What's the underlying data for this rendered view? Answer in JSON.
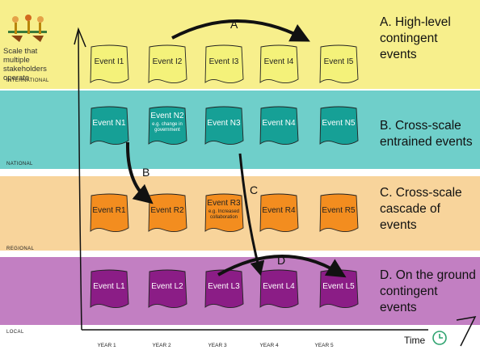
{
  "scale_note": "Scale that multiple stakeholders operate",
  "bands": [
    {
      "id": "international",
      "label": "INTERNATIONAL",
      "title": [
        "A. High-level",
        "contingent",
        "events"
      ],
      "color": "#f7ef8c",
      "events": [
        {
          "label": "Event I1",
          "sub": []
        },
        {
          "label": "Event I2",
          "sub": []
        },
        {
          "label": "Event I3",
          "sub": []
        },
        {
          "label": "Event I4",
          "sub": []
        },
        {
          "label": "Event I5",
          "sub": []
        }
      ],
      "event_color": "#f4f27a"
    },
    {
      "id": "national",
      "label": "NATIONAL",
      "title": [
        "B. Cross-scale",
        "entrained events"
      ],
      "color": "#6fcfca",
      "events": [
        {
          "label": "Event N1",
          "sub": []
        },
        {
          "label": "Event N2",
          "sub": [
            "e.g. change in",
            "government"
          ]
        },
        {
          "label": "Event N3",
          "sub": []
        },
        {
          "label": "Event N4",
          "sub": []
        },
        {
          "label": "Event N5",
          "sub": []
        }
      ],
      "event_color": "#16a096"
    },
    {
      "id": "regional",
      "label": "REGIONAL",
      "title": [
        "C. Cross-scale",
        "cascade of",
        "events"
      ],
      "color": "#f8d49b",
      "events": [
        {
          "label": "Event R1",
          "sub": []
        },
        {
          "label": "Event R2",
          "sub": []
        },
        {
          "label": "Event R3",
          "sub": [
            "e.g. Increased",
            "collaboration"
          ]
        },
        {
          "label": "Event R4",
          "sub": []
        },
        {
          "label": "Event R5",
          "sub": []
        }
      ],
      "event_color": "#f38d1f"
    },
    {
      "id": "local",
      "label": "LOCAL",
      "title": [
        "D. On the ground",
        "contingent",
        "events"
      ],
      "color": "#c27fc2",
      "events": [
        {
          "label": "Event L1",
          "sub": []
        },
        {
          "label": "Event L2",
          "sub": []
        },
        {
          "label": "Event L3",
          "sub": []
        },
        {
          "label": "Event L4",
          "sub": []
        },
        {
          "label": "Event L5",
          "sub": []
        }
      ],
      "event_color": "#8b1d86"
    }
  ],
  "years": [
    "YEAR 1",
    "YEAR 2",
    "YEAR 3",
    "YEAR 4",
    "YEAR 5"
  ],
  "arrow_labels": {
    "a": "A",
    "b": "B",
    "c": "C",
    "d": "D"
  },
  "time_label": "Time",
  "icons": {
    "stakeholder": "stakeholder-icon",
    "clock": "clock-icon"
  }
}
